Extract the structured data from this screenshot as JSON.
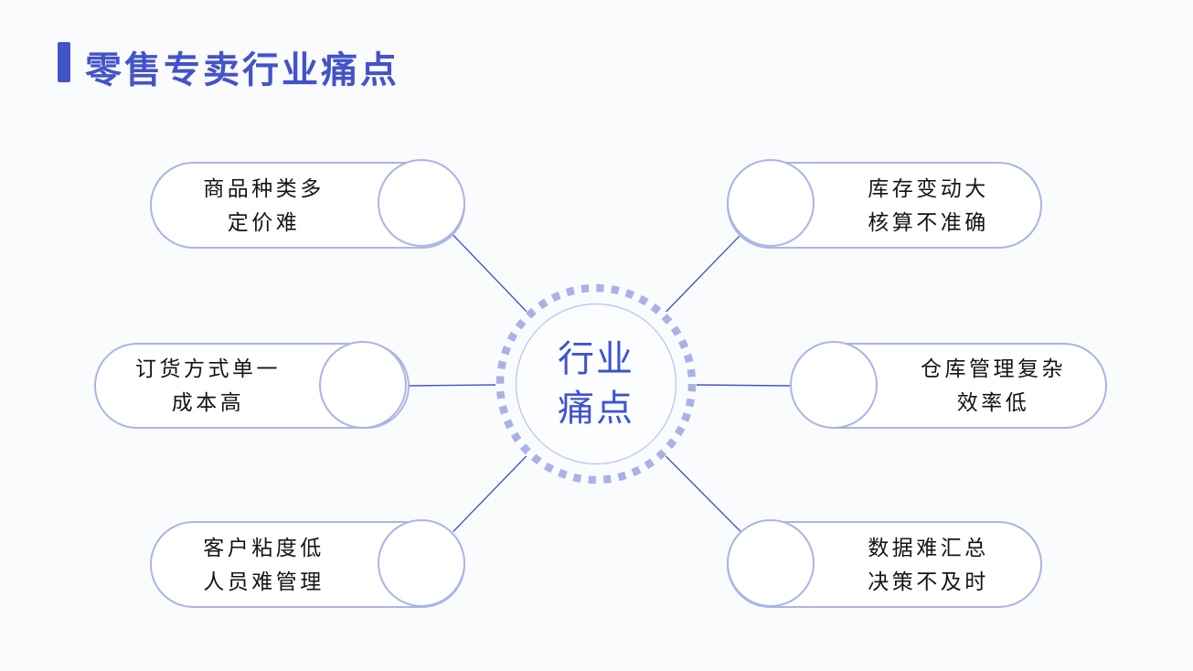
{
  "header": {
    "title": "零售专卖行业痛点",
    "accent_color": "#4354c8"
  },
  "center": {
    "line1": "行业",
    "line2": "痛点",
    "text_color": "#3d53d2"
  },
  "nodes": [
    {
      "id": "top-left",
      "line1": "商品种类多",
      "line2": "定价难"
    },
    {
      "id": "top-right",
      "line1": "库存变动大",
      "line2": "核算不准确"
    },
    {
      "id": "mid-left",
      "line1": "订货方式单一",
      "line2": "成本高"
    },
    {
      "id": "mid-right",
      "line1": "仓库管理复杂",
      "line2": "效率低"
    },
    {
      "id": "bottom-left",
      "line1": "客户粘度低",
      "line2": "人员难管理"
    },
    {
      "id": "bottom-right",
      "line1": "数据难汇总",
      "line2": "决策不及时"
    }
  ],
  "colors": {
    "background": "#fafbfd",
    "pill_border": "#aab4e5",
    "dotted_ring": "#a8b2e6",
    "connector_line": "#4457c7",
    "pill_text": "#141414"
  }
}
